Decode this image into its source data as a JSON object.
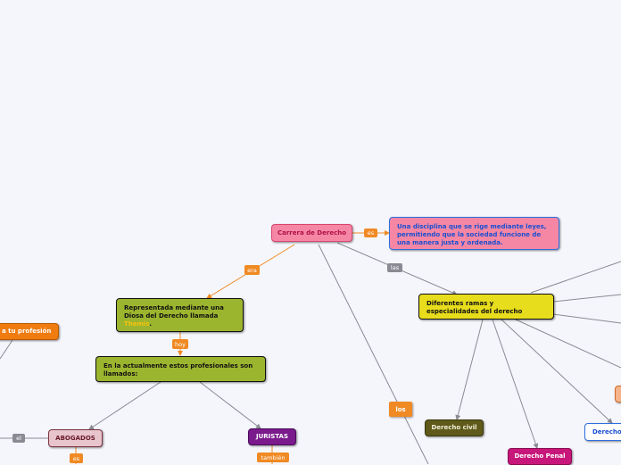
{
  "nodes": {
    "carrera": "Carrera de Derecho",
    "disciplina": "Una disciplina que se rige mediante leyes, permitiendo que la sociedad funcione de una manera justa y ordenada.",
    "ramas": "Diferentes ramas y especialidades del derecho",
    "representada_pre": "Representada mediante una Diosa del Derecho llamada ",
    "representada_highlight": "Themis",
    "representada_post": ".",
    "actualmente": "En la actualmente estos profesionales son llamados:",
    "abogados": "ABOGADOS",
    "juristas": "JURISTAS",
    "profesion": "a tu profesión",
    "civil": "Derecho civil",
    "penal": "Derecho Penal",
    "derecho_partial": "Derecho"
  },
  "labels": {
    "es": "es",
    "las": "las",
    "era": "era",
    "hoy": "hoy",
    "los": "los",
    "el": "el",
    "es2": "es",
    "tambien": "también"
  },
  "colors": {
    "background": "#f5f6fc",
    "link_gray": "#8a8a93",
    "link_orange": "#f08a24",
    "pink": "#f587a5",
    "green": "#9cb52e",
    "yellow": "#e8dd1c",
    "purple": "#7a1a8c",
    "magenta": "#c8177a",
    "olive": "#5f5a1a",
    "orange": "#f07c10"
  }
}
